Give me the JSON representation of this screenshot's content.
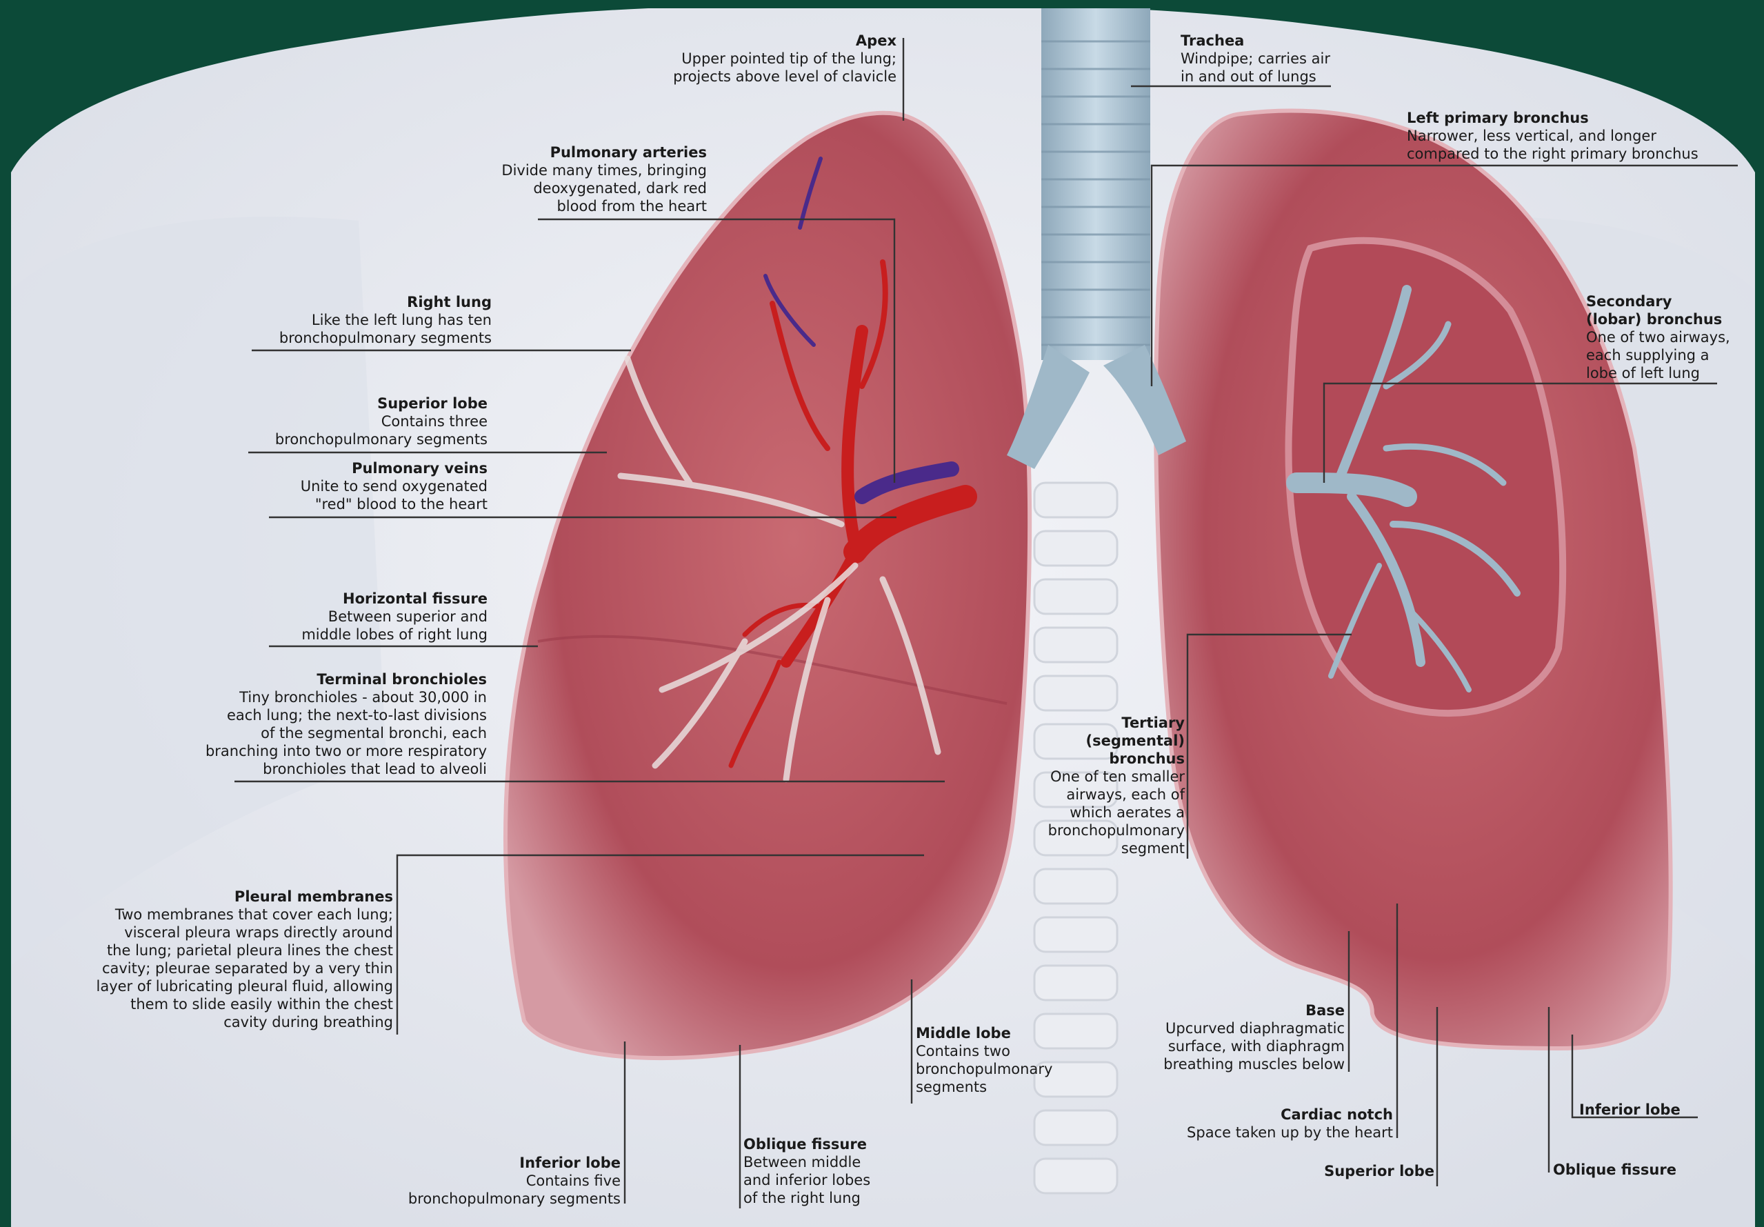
{
  "theme": {
    "background": "#0c4a38",
    "body": "#e7eaf0",
    "lung": "#b44c5a",
    "artery": "#c81e1e",
    "vein": "#4a2a8a",
    "bronchus": "#9fb8c8"
  },
  "labels": {
    "apex": {
      "title": "Apex",
      "desc": "Upper pointed tip of the lung;\nprojects above level of clavicle"
    },
    "trachea": {
      "title": "Trachea",
      "desc": "Windpipe; carries air\nin and out of lungs"
    },
    "left_primary_bronchus": {
      "title": "Left primary bronchus",
      "desc": "Narrower, less vertical, and longer\ncompared to the right primary bronchus"
    },
    "pulmonary_arteries": {
      "title": "Pulmonary arteries",
      "desc": "Divide many times, bringing\ndeoxygenated, dark red\nblood from the heart"
    },
    "right_lung": {
      "title": "Right lung",
      "desc": "Like the left lung has ten\nbronchopulmonary segments"
    },
    "secondary_bronchus": {
      "title": "Secondary\n(lobar) bronchus",
      "desc": "One of two airways,\neach supplying a\nlobe of left lung"
    },
    "superior_lobe_right": {
      "title": "Superior lobe",
      "desc": "Contains three\nbronchopulmonary segments"
    },
    "pulmonary_veins": {
      "title": "Pulmonary veins",
      "desc": "Unite to send oxygenated\n\"red\" blood to the heart"
    },
    "horizontal_fissure": {
      "title": "Horizontal fissure",
      "desc": "Between superior and\nmiddle lobes of right lung"
    },
    "terminal_bronchioles": {
      "title": "Terminal bronchioles",
      "desc": "Tiny bronchioles - about 30,000 in\neach lung; the next-to-last divisions\nof the segmental bronchi, each\nbranching into two or more respiratory\nbronchioles that lead to alveoli"
    },
    "tertiary_bronchus": {
      "title": "Tertiary\n(segmental)\nbronchus",
      "desc": "One of ten smaller\nairways, each of\nwhich aerates a\nbronchopulmonary\nsegment"
    },
    "pleural_membranes": {
      "title": "Pleural membranes",
      "desc": "Two membranes that cover each lung;\nvisceral pleura wraps directly around\nthe lung; parietal pleura lines the chest\ncavity; pleurae separated by a very thin\nlayer of lubricating pleural fluid, allowing\nthem to slide easily within the chest\ncavity during breathing"
    },
    "middle_lobe": {
      "title": "Middle lobe",
      "desc": "Contains two\nbronchopulmonary\nsegments"
    },
    "base": {
      "title": "Base",
      "desc": "Upcurved diaphragmatic\nsurface, with diaphragm\nbreathing muscles below"
    },
    "cardiac_notch": {
      "title": "Cardiac notch",
      "desc": "Space taken up by the heart"
    },
    "inferior_lobe_left": {
      "title": "Inferior lobe",
      "desc": ""
    },
    "inferior_lobe_right": {
      "title": "Inferior lobe",
      "desc": "Contains five\nbronchopulmonary segments"
    },
    "oblique_fissure_right": {
      "title": "Oblique fissure",
      "desc": "Between middle\nand inferior lobes\nof the right lung"
    },
    "superior_lobe_left": {
      "title": "Superior lobe",
      "desc": ""
    },
    "oblique_fissure_left": {
      "title": "Oblique fissure",
      "desc": ""
    }
  }
}
